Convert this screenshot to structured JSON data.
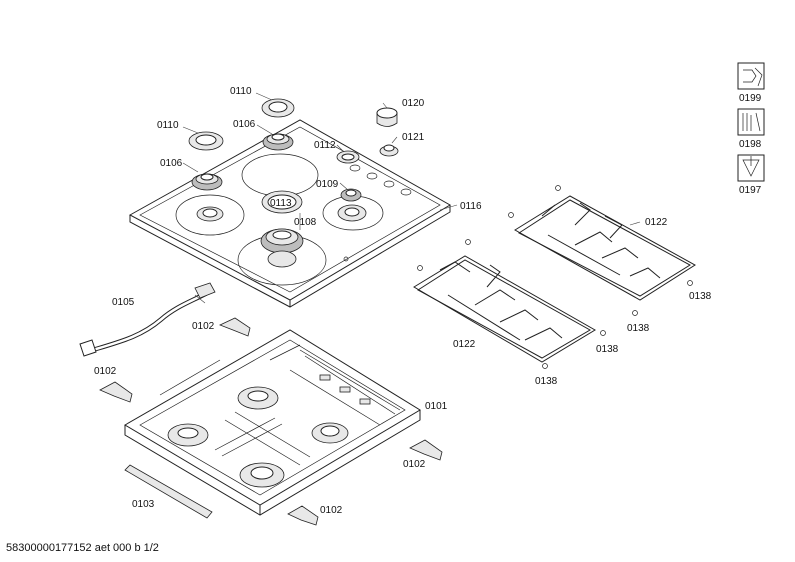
{
  "parts": {
    "p0110a": "0110",
    "p0110b": "0110",
    "p0106a": "0106",
    "p0106b": "0106",
    "p0112": "0112",
    "p0113": "0113",
    "p0109": "0109",
    "p0108": "0108",
    "p0120": "0120",
    "p0121": "0121",
    "p0116": "0116",
    "p0122a": "0122",
    "p0122b": "0122",
    "p0138a": "0138",
    "p0138b": "0138",
    "p0138c": "0138",
    "p0138d": "0138",
    "p0105": "0105",
    "p0102a": "0102",
    "p0102b": "0102",
    "p0102c": "0102",
    "p0102d": "0102",
    "p0101": "0101",
    "p0103": "0103"
  },
  "side_icons": {
    "i0199": "0199",
    "i0198": "0198",
    "i0197": "0197"
  },
  "footer": {
    "doc_id": "58300000177152 aet 000 b 1/2"
  }
}
